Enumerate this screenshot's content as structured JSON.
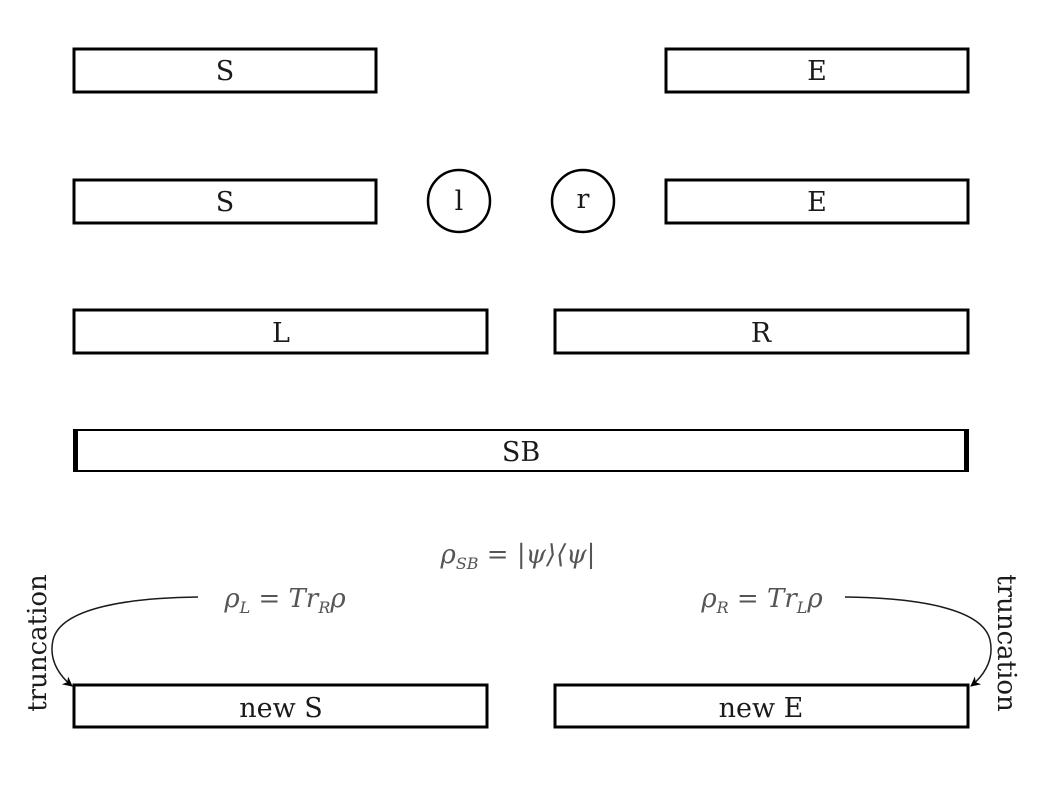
{
  "blocks": {
    "row1": {
      "left": "S",
      "right": "E"
    },
    "row2": {
      "left": "S",
      "site_left": "l",
      "site_right": "r",
      "right": "E"
    },
    "row3": {
      "left": "L",
      "right": "R"
    },
    "superblock": "SB",
    "new_left": "new S",
    "new_right": "new E"
  },
  "equations": {
    "rho_sb": "ρ_{SB} = |ψ⟩⟨ψ|",
    "rho_l": "ρ_L = Tr_Rρ",
    "rho_r": "ρ_R = Tr_Lρ"
  },
  "side_labels": {
    "left": "truncation",
    "right": "truncation"
  }
}
